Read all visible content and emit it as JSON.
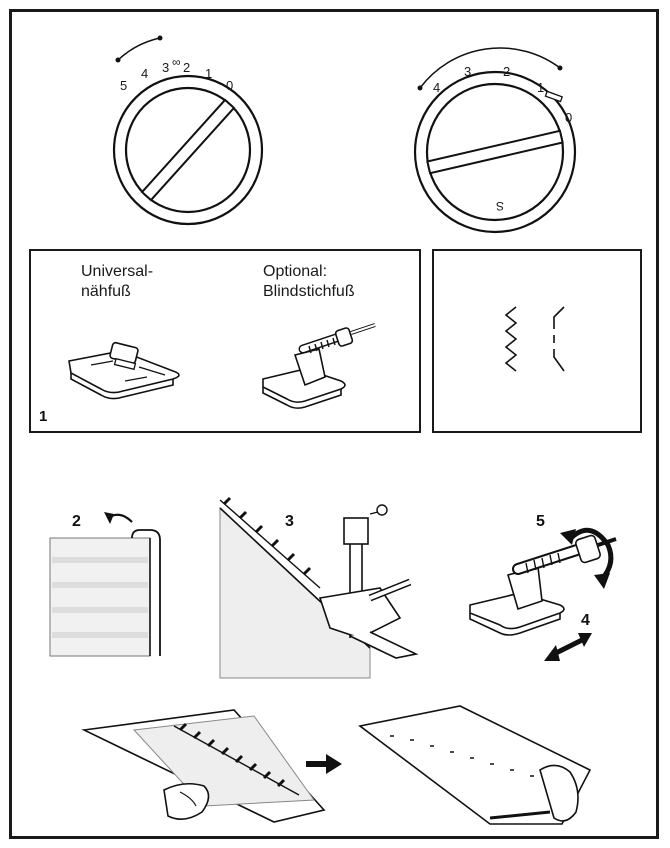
{
  "dial_left": {
    "scale": [
      "5",
      "4",
      "3",
      "∞",
      "2",
      "1",
      "0"
    ]
  },
  "dial_right": {
    "scale": [
      "4",
      "3",
      "2",
      "1",
      "0"
    ],
    "bottom_mark": "S"
  },
  "presser_foot_panel": {
    "step": "1",
    "universal_label_line1": "Universal-",
    "universal_label_line2": "nähfuß",
    "optional_label_line1": "Optional:",
    "optional_label_line2": "Blindstichfuß"
  },
  "steps": {
    "fold": "2",
    "sew": "3",
    "adjust": "4",
    "turn": "5"
  }
}
